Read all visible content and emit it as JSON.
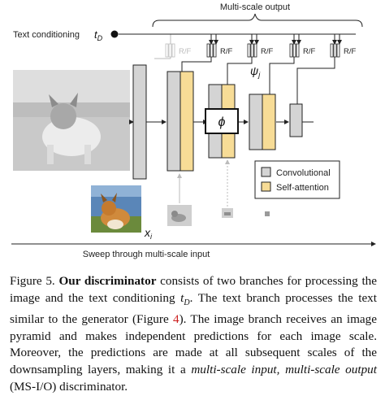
{
  "figure": {
    "header_label": "Multi-scale output",
    "text_conditioning_label": "Text conditioning",
    "text_conditioning_symbol": "t",
    "text_conditioning_sub": "D",
    "rf_label": "R/F",
    "psi_label": "ψ",
    "psi_sub": "j",
    "phi_label": "ϕ",
    "input_label": "x",
    "input_sub": "i",
    "sweep_label": "Sweep through multi-scale input",
    "legend": {
      "items": [
        {
          "label": "Convolutional",
          "color": "#d4d4d4"
        },
        {
          "label": "Self-attention",
          "color": "#f7dc96"
        }
      ]
    }
  },
  "caption": {
    "lead": "Figure 5.",
    "bold": "Our discriminator",
    "part1": " consists of two branches for processing the image and the text conditioning ",
    "td_symbol": "t",
    "td_sub": "D",
    "part2": ". The text branch processes the text similar to the generator (Figure ",
    "fig_ref": "4",
    "part3": "). The image branch receives an image pyramid and makes independent predictions for each image scale. Moreover, the predictions are made at all subsequent scales of the downsampling layers, making it a ",
    "italic": "multi-scale input, multi-scale output",
    "part4": " (MS-I/O) discriminator."
  }
}
